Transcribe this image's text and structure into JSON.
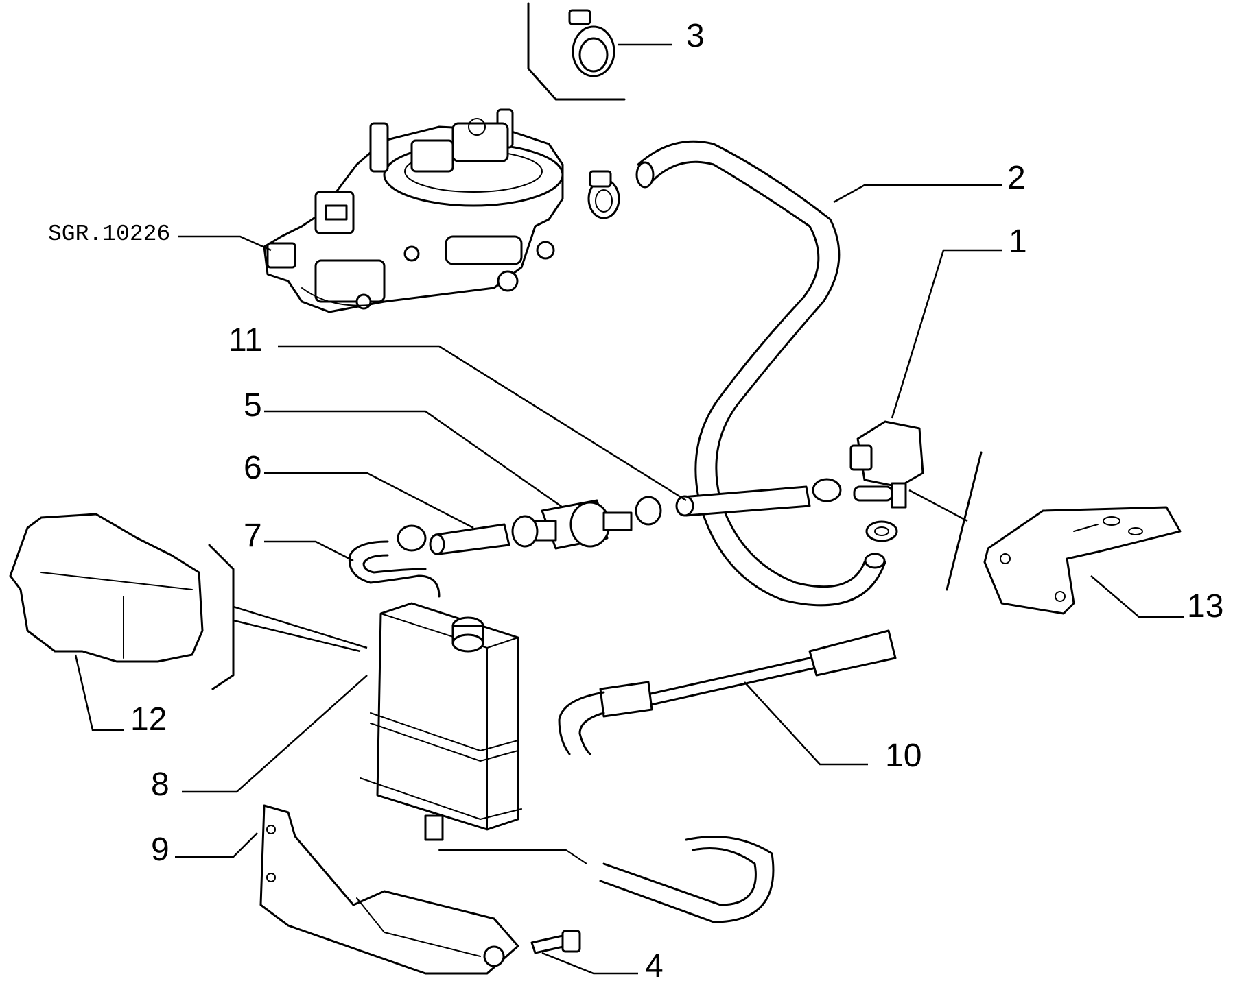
{
  "reference_code": "SGR.10226",
  "callouts": [
    "1",
    "2",
    "3",
    "4",
    "5",
    "6",
    "7",
    "8",
    "9",
    "10",
    "11",
    "12",
    "13"
  ]
}
